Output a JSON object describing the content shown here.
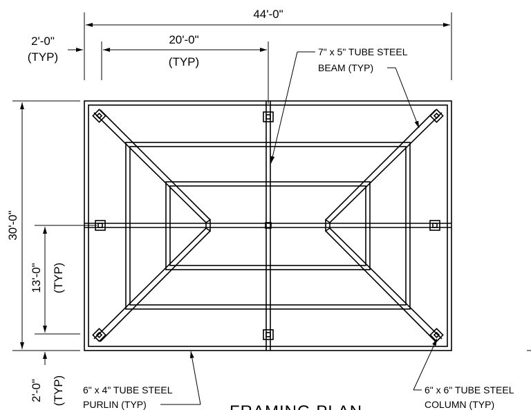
{
  "dimensions": {
    "overall_width": "44'-0\"",
    "bay_width": "20'-0\"",
    "bay_width_note": "(TYP)",
    "offset_top": "2'-0\"",
    "offset_top_note": "(TYP)",
    "overall_depth": "30'-0\"",
    "bay_depth": "13'-0\"",
    "bay_depth_note": "(TYP)",
    "offset_bottom": "2'-0\"",
    "offset_bottom_note": "(TYP)"
  },
  "callouts": {
    "beam_line1": "7\" x 5\" TUBE STEEL",
    "beam_line2": "BEAM (TYP)",
    "purlin_line1": "6\" x 4\" TUBE STEEL",
    "purlin_line2": "PURLIN (TYP)",
    "column_line1": "6\" x 6\" TUBE STEEL",
    "column_line2": "COLUMN (TYP)"
  },
  "title": "FRAMING PLAN"
}
